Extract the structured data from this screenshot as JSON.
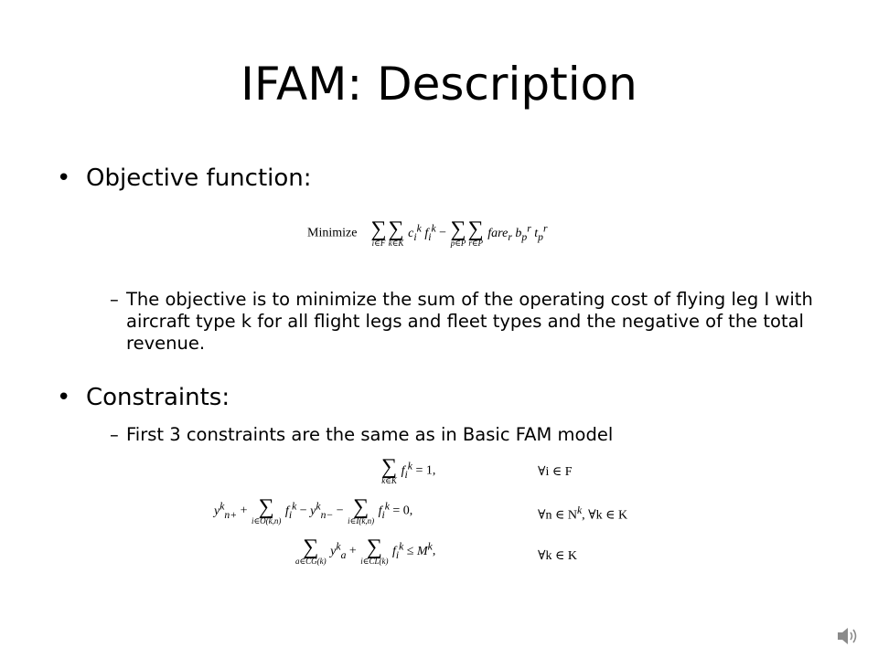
{
  "slide": {
    "title": "IFAM: Description",
    "bullet1": "Objective function:",
    "objective_label": "Minimize",
    "sub1": "The objective is to minimize the sum of the operating cost of flying leg I with aircraft type k for all flight legs and fleet types and the negative of the total revenue.",
    "bullet2": "Constraints:",
    "sub2": "First 3 constraints are the same as in Basic FAM model",
    "dash": "–",
    "bullet_char": "•",
    "constraint1_rhs": "= 1,",
    "constraint1_domain": "∀i ∈ F",
    "constraint2_rhs": "= 0,",
    "constraint2_domain": "∀n ∈ N",
    "constraint2_domain_b": ", ∀k ∈ K",
    "constraint3_domain": "∀k ∈ K"
  },
  "icons": {
    "speaker": "speaker-icon"
  },
  "colors": {
    "text": "#000000",
    "background": "#ffffff",
    "speaker": "#8a8a8a"
  }
}
